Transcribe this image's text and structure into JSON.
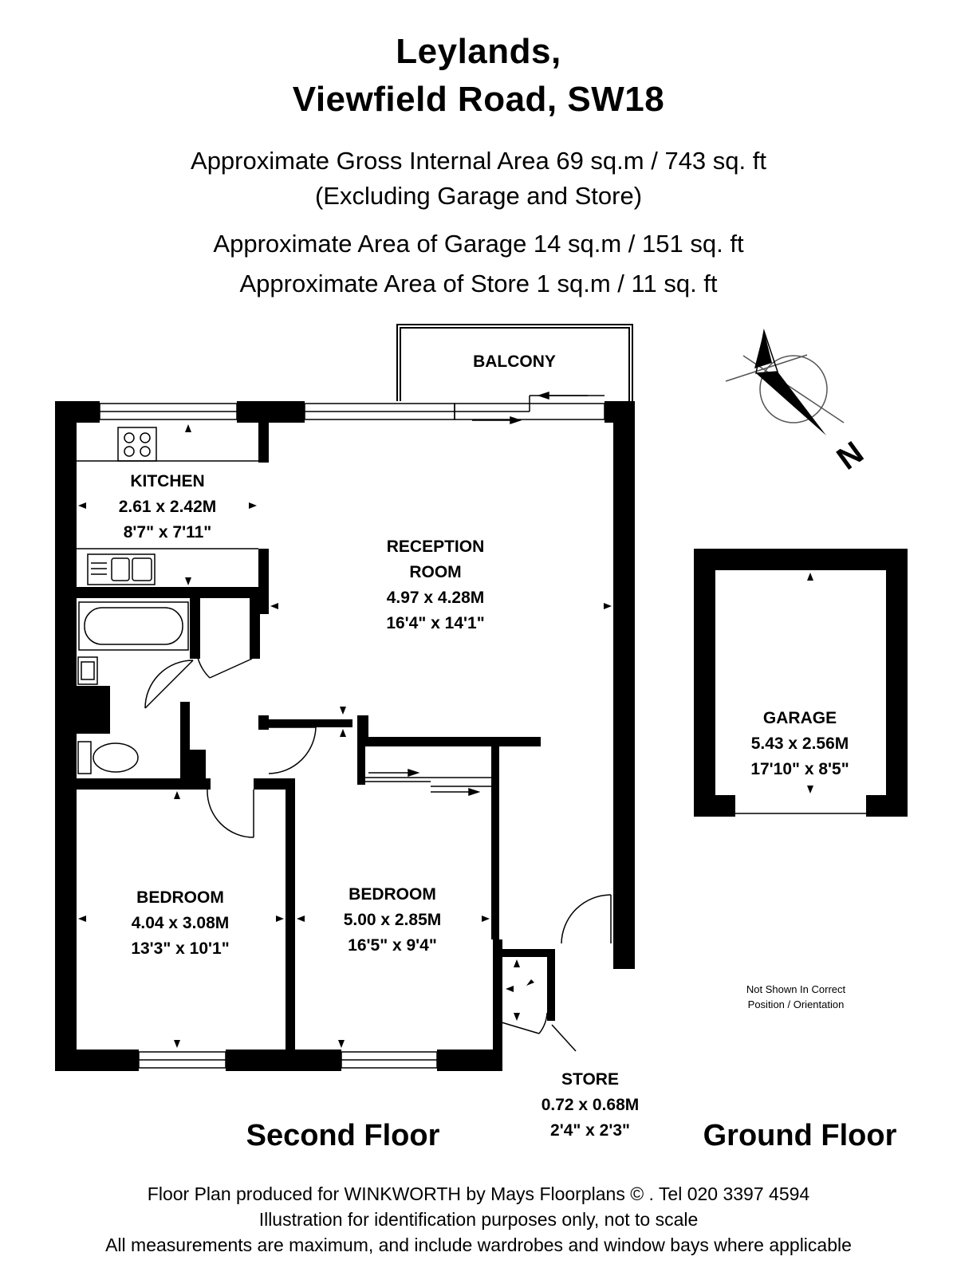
{
  "header": {
    "title_line1": "Leylands,",
    "title_line2": "Viewfield Road, SW18",
    "area_line1": "Approximate Gross Internal Area 69 sq.m  /  743 sq. ft",
    "area_line2": "(Excluding Garage and Store)",
    "area_line3": "Approximate Area of Garage 14 sq.m /  151 sq. ft",
    "area_line4": "Approximate Area of Store 1 sq.m /  11 sq. ft"
  },
  "rooms": {
    "balcony": {
      "name": "BALCONY"
    },
    "kitchen": {
      "name": "KITCHEN",
      "metric": "2.61 x 2.42M",
      "imperial": "8'7\" x 7'11\""
    },
    "reception": {
      "name1": "RECEPTION",
      "name2": "ROOM",
      "metric": "4.97 x 4.28M",
      "imperial": "16'4\" x 14'1\""
    },
    "bedroom1": {
      "name": "BEDROOM",
      "metric": "4.04 x 3.08M",
      "imperial": "13'3\" x 10'1\""
    },
    "bedroom2": {
      "name": "BEDROOM",
      "metric": "5.00 x 2.85M",
      "imperial": "16'5\" x 9'4\""
    },
    "store": {
      "name": "STORE",
      "metric": "0.72 x 0.68M",
      "imperial": "2'4\" x 2'3\""
    },
    "garage": {
      "name": "GARAGE",
      "metric": "5.43 x 2.56M",
      "imperial": "17'10\" x 8'5\""
    }
  },
  "garage_note": {
    "line1": "Not Shown In Correct",
    "line2": "Position / Orientation"
  },
  "compass": {
    "label": "N"
  },
  "floors": {
    "second": "Second Floor",
    "ground": "Ground Floor"
  },
  "footer": {
    "line1": "Floor Plan produced for WINKWORTH by Mays Floorplans  © . Tel 020 3397 4594",
    "line2": "Illustration for identification purposes only, not to scale",
    "line3": "All measurements are maximum, and include wardrobes and window bays where applicable"
  },
  "colors": {
    "wall": "#000000",
    "background": "#ffffff",
    "line": "#555555"
  }
}
